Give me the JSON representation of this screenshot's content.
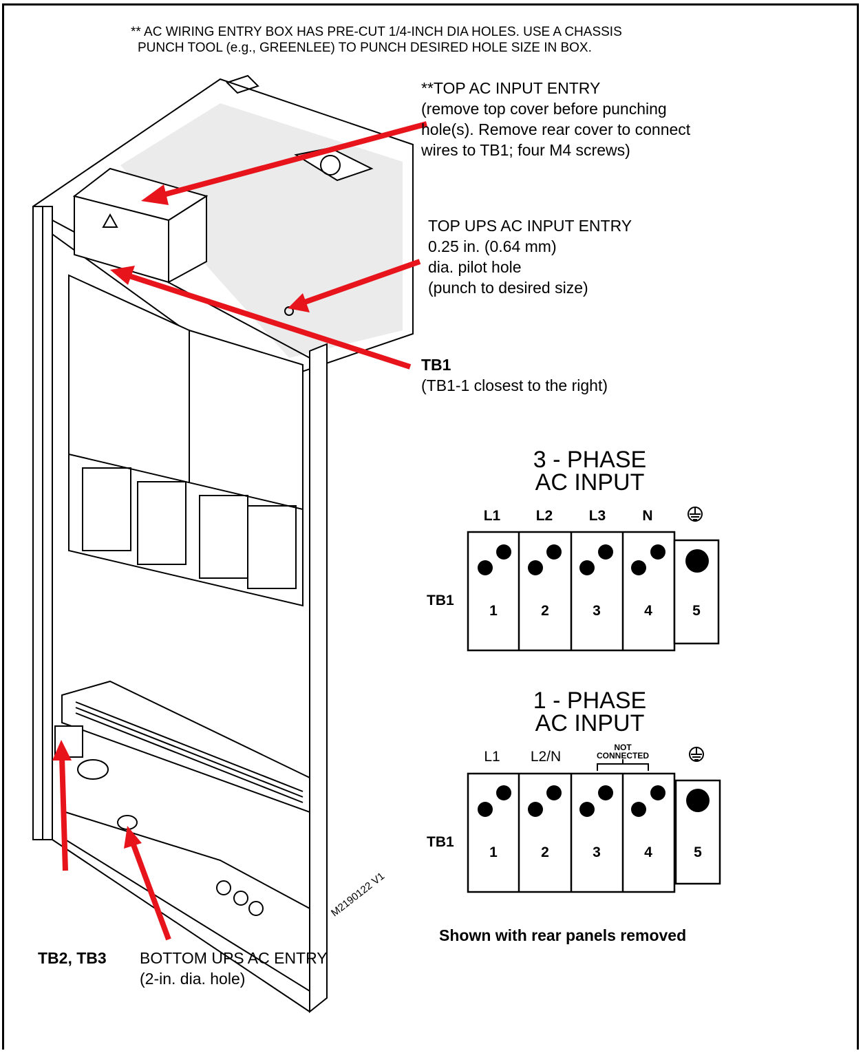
{
  "note": {
    "line1": "** AC WIRING ENTRY BOX HAS PRE-CUT 1/4-INCH DIA HOLES. USE A CHASSIS",
    "line2": "PUNCH TOOL (e.g., GREENLEE) TO PUNCH DESIRED HOLE SIZE IN BOX."
  },
  "callouts": {
    "top_ac": [
      "**TOP AC INPUT ENTRY",
      "(remove top cover before punching",
      "hole(s). Remove rear cover to connect",
      "wires to TB1; four M4 screws)"
    ],
    "top_ups": [
      "TOP UPS AC INPUT ENTRY",
      "0.25 in. (0.64 mm)",
      "dia. pilot hole",
      "(punch to desired size)"
    ],
    "tb1_title": "TB1",
    "tb1_sub": "(TB1-1 closest to the right)",
    "tb23": "TB2, TB3",
    "bottom_ups": [
      "BOTTOM UPS AC ENTRY",
      "(2-in. dia. hole)"
    ],
    "drawing_id": "M2190122 V1"
  },
  "three_phase": {
    "title": [
      "3 - PHASE",
      "AC INPUT"
    ],
    "headers": [
      "L1",
      "L2",
      "L3",
      "N"
    ],
    "tb_label": "TB1",
    "numbers": [
      "1",
      "2",
      "3",
      "4",
      "5"
    ]
  },
  "one_phase": {
    "title": [
      "1 - PHASE",
      "AC INPUT"
    ],
    "headers": [
      "L1",
      "L2/N"
    ],
    "not_connected": [
      "NOT",
      "CONNECTED"
    ],
    "tb_label": "TB1",
    "numbers": [
      "1",
      "2",
      "3",
      "4",
      "5"
    ]
  },
  "footer_note": "Shown with rear panels removed",
  "colors": {
    "arrow": "#e8141c",
    "line": "#000000"
  }
}
